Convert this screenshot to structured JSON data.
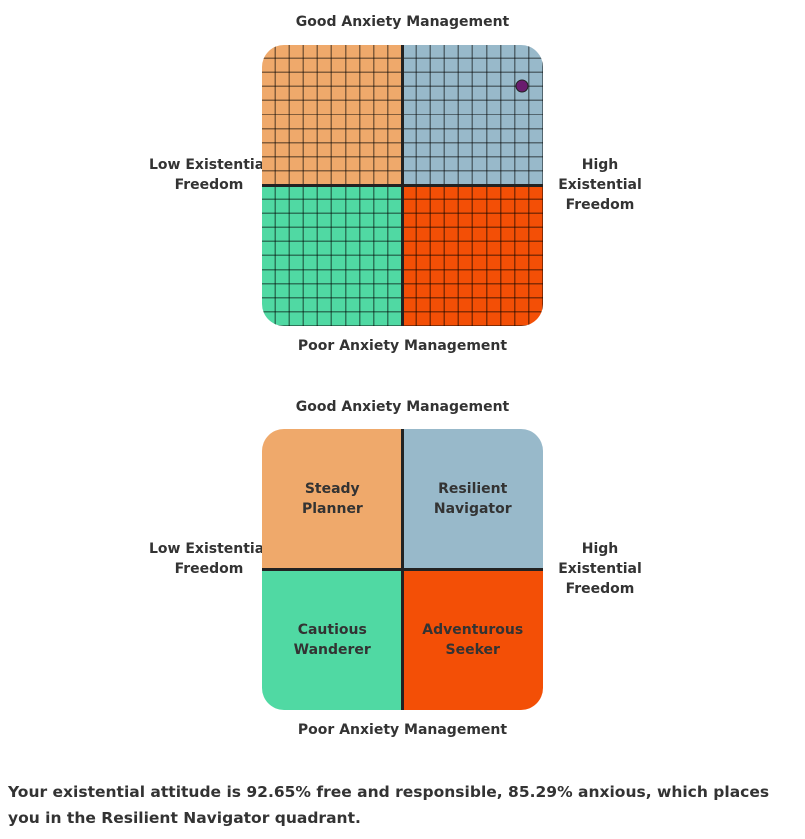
{
  "labels": {
    "top": "Good Anxiety Management",
    "bottom": "Poor Anxiety Management",
    "left": "Low Existential Freedom",
    "right": "High Existential Freedom"
  },
  "quadrants": {
    "top_left": "Steady Planner",
    "top_right": "Resilient Navigator",
    "bottom_left": "Cautious Wanderer",
    "bottom_right": "Adventurous Seeker"
  },
  "colors": {
    "top_left": "#efa96b",
    "top_right": "#98b9ca",
    "bottom_left": "#50d9a3",
    "bottom_right": "#f34f06",
    "dot": "#6a1b6e"
  },
  "chart_data": {
    "type": "scatter",
    "title": "",
    "xlabel": "Existential Freedom",
    "ylabel": "Anxiety Management",
    "xlim": [
      0,
      100
    ],
    "ylim": [
      0,
      100
    ],
    "grid": true,
    "grid_divisions": 20,
    "points": [
      {
        "x": 92.65,
        "y": 85.29
      }
    ]
  },
  "result": "Your existential attitude is 92.65% free and responsible, 85.29% anxious, which places you in the Resilient Navigator quadrant."
}
